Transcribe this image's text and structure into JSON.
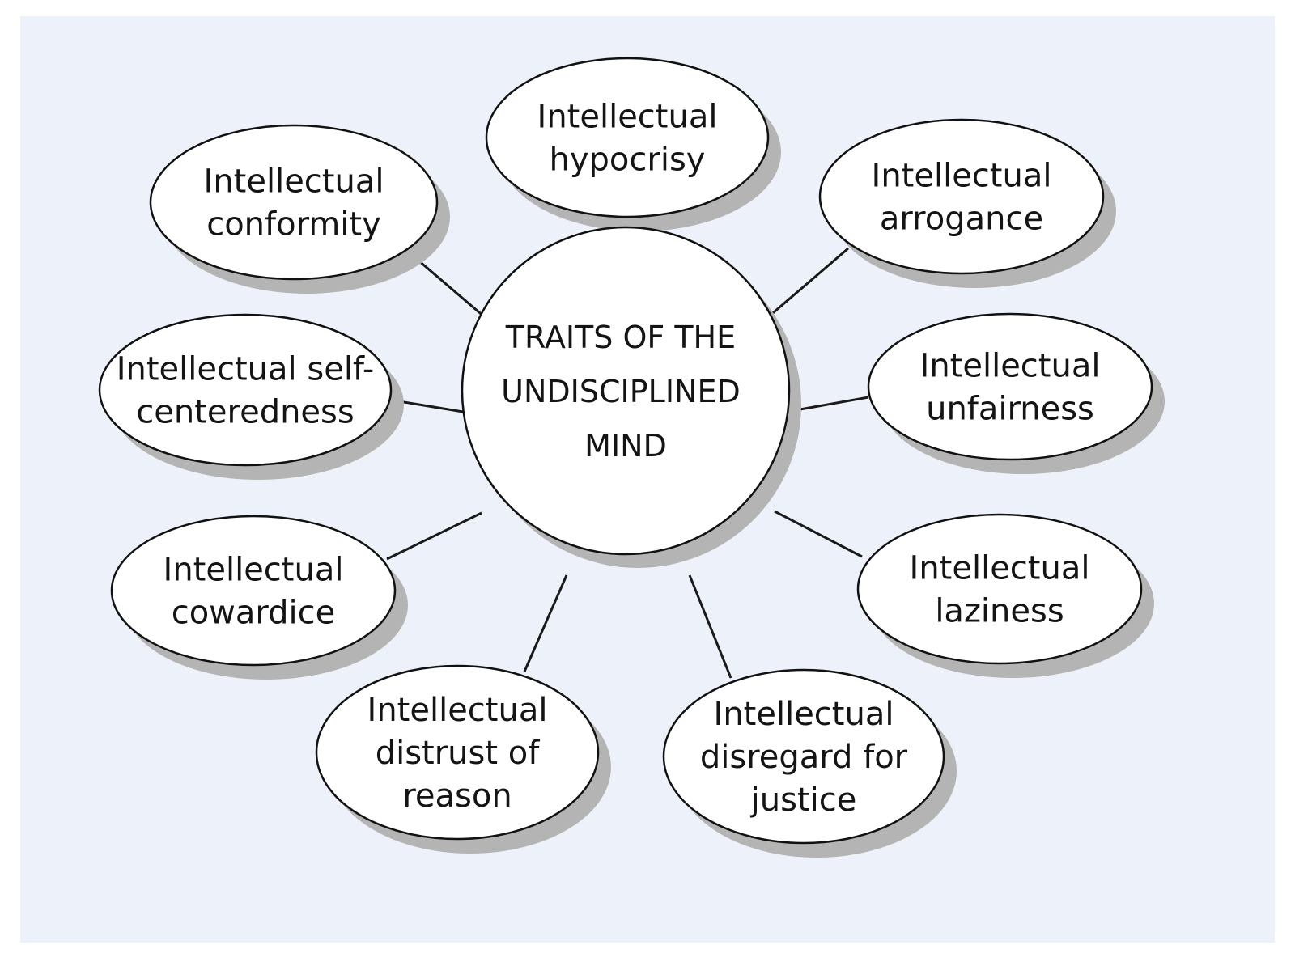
{
  "center": {
    "lines": [
      "TRAITS OF THE",
      "UNDISCIPLINED",
      "MIND"
    ]
  },
  "traits": [
    {
      "id": "hypocrisy",
      "lines": [
        "Intellectual",
        "hypocrisy"
      ]
    },
    {
      "id": "arrogance",
      "lines": [
        "Intellectual",
        "arrogance"
      ]
    },
    {
      "id": "unfairness",
      "lines": [
        "Intellectual",
        "unfairness"
      ]
    },
    {
      "id": "laziness",
      "lines": [
        "Intellectual",
        "laziness"
      ]
    },
    {
      "id": "disregard-for-justice",
      "lines": [
        "Intellectual",
        "disregard for",
        "justice"
      ]
    },
    {
      "id": "distrust-of-reason",
      "lines": [
        "Intellectual",
        "distrust of",
        "reason"
      ]
    },
    {
      "id": "cowardice",
      "lines": [
        "Intellectual",
        "cowardice"
      ]
    },
    {
      "id": "self-centeredness",
      "lines": [
        "Intellectual self-",
        "centeredness"
      ]
    },
    {
      "id": "conformity",
      "lines": [
        "Intellectual",
        "conformity"
      ]
    }
  ]
}
